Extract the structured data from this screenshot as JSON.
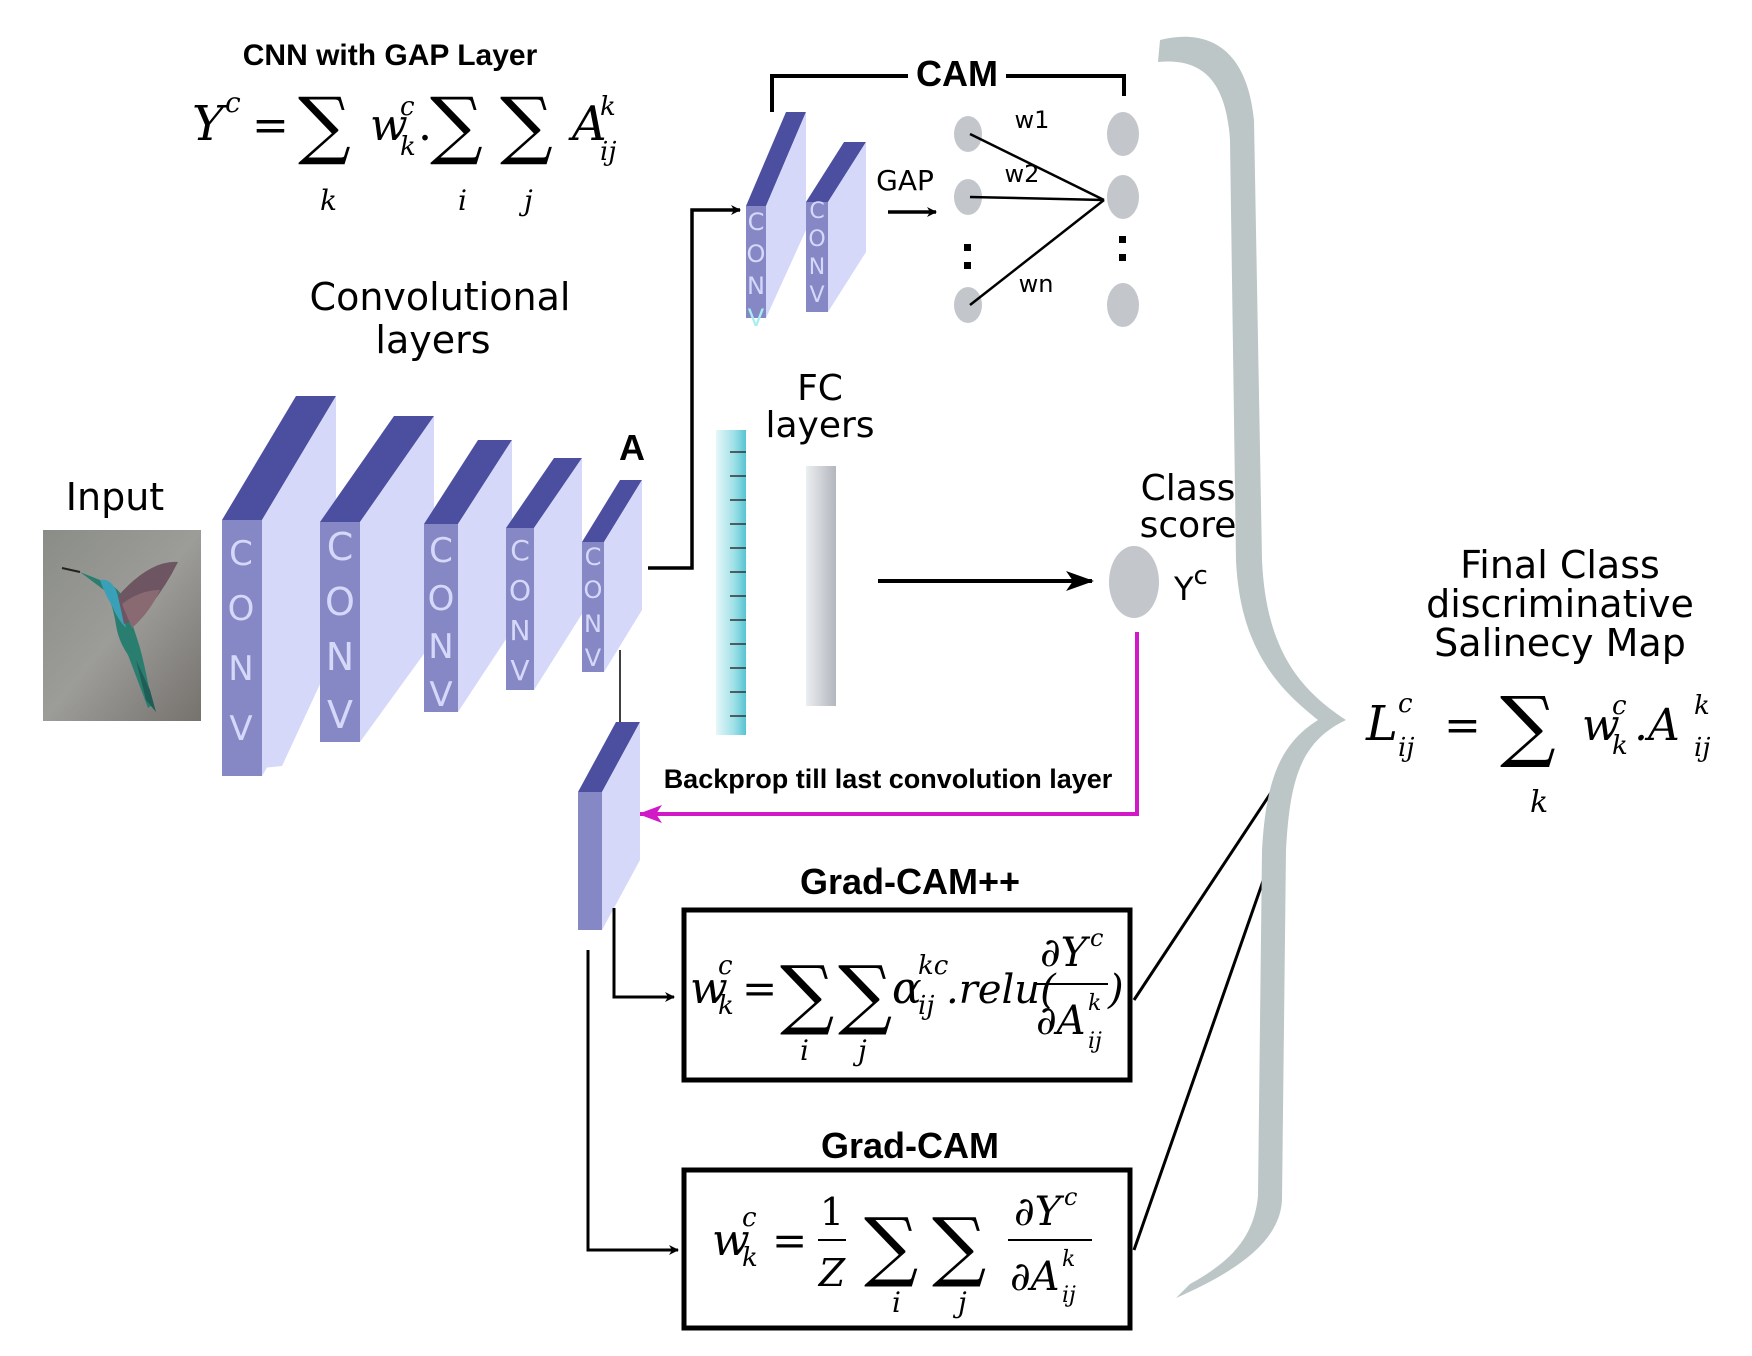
{
  "labels": {
    "gap_title": "CNN with GAP Layer",
    "cam": "CAM",
    "gap": "GAP",
    "w1": "w1",
    "w2": "w2",
    "wn": "wn",
    "conv_layers_1": "Convolutional",
    "conv_layers_2": "layers",
    "input": "Input",
    "a": "A",
    "fc_1": "FC",
    "fc_2": "layers",
    "class_1": "Class",
    "class_2": "score",
    "yc": "Y",
    "yc_sup": "c",
    "backprop": "Backprop till last convolution layer",
    "gradcampp": "Grad-CAM++",
    "gradcam": "Grad-CAM",
    "final_1": "Final Class",
    "final_2": "discriminative",
    "final_3": "Salinecy Map",
    "conv_letters": [
      "C",
      "O",
      "N",
      "V"
    ]
  },
  "colors": {
    "conv_front": "#d6d8fa",
    "conv_side": "#8688c6",
    "conv_top": "#4c4fa0",
    "node": "#c3c6cb",
    "brace": "#bcc6c7",
    "backprop_arrow": "#d119c8",
    "fc_cyan": "#7fd6e0",
    "fc_gray": "#c9ccd2"
  },
  "icons": {
    "input_image": "hummingbird-photo"
  }
}
